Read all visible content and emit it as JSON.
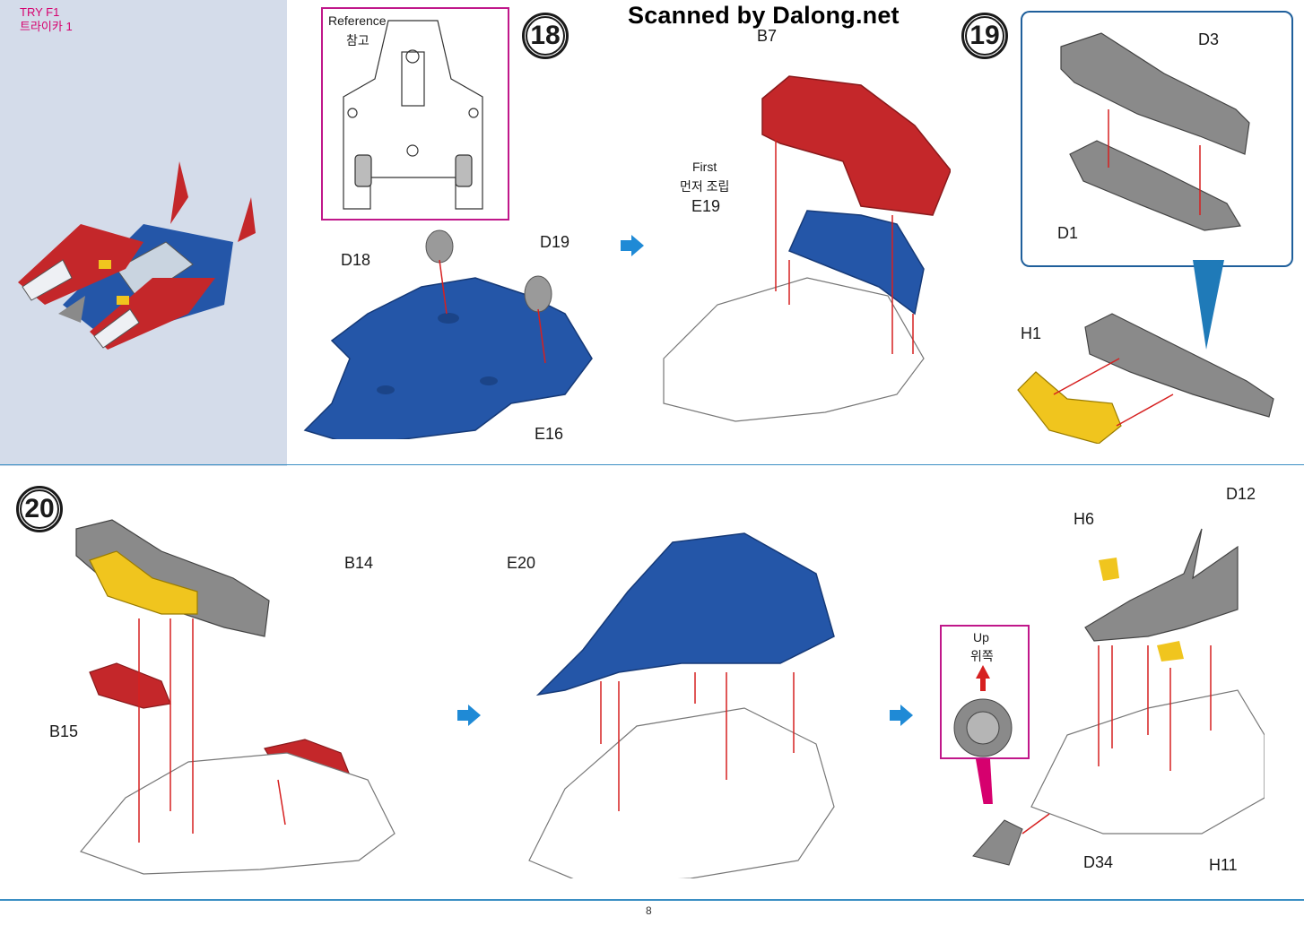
{
  "header": {
    "scan_credit": "Scanned by Dalong.net",
    "page_number": "8"
  },
  "sidebar": {
    "model_name": "TRY F1",
    "model_name_korean": "트라이카 1"
  },
  "steps": [
    {
      "number": "18",
      "reference_box": {
        "title": "Reference",
        "title_korean": "참고"
      },
      "parts_left": [
        "D18",
        "D19",
        "E16"
      ],
      "parts_right": [
        "B7",
        "E19"
      ],
      "note": {
        "english": "First",
        "korean": "먼저 조립"
      }
    },
    {
      "number": "19",
      "parts": [
        "D3",
        "D1",
        "H1"
      ]
    },
    {
      "number": "20",
      "parts_a": [
        "B14",
        "B15"
      ],
      "parts_b": [
        "E20"
      ],
      "parts_c": [
        "D12",
        "H6",
        "D34",
        "H11"
      ],
      "orientation_box": {
        "english": "Up",
        "korean": "위쪽"
      }
    }
  ],
  "colors": {
    "red_part": "#c4272a",
    "blue_part": "#2456a8",
    "gray_part": "#8a8a8a",
    "yellow_part": "#f0c51e",
    "highlight_magenta": "#c0178a",
    "divider_blue": "#3b8fc4",
    "sidebar_bg": "#d4dcea"
  }
}
